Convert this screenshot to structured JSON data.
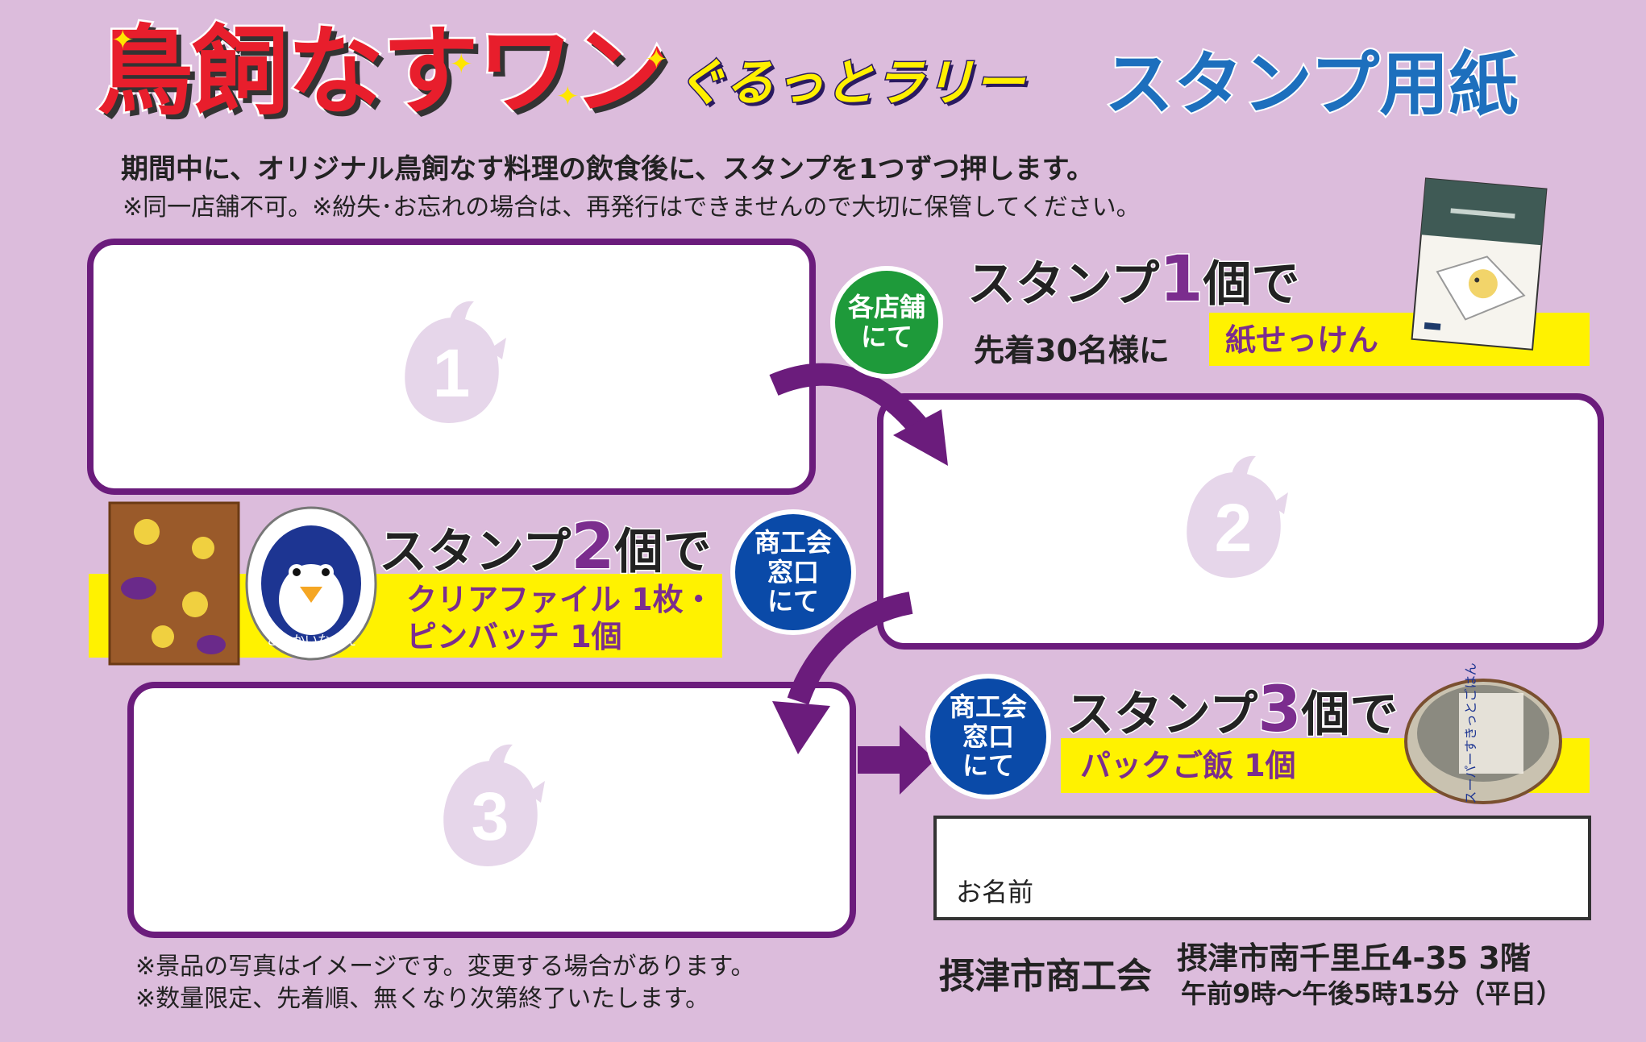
{
  "title": {
    "main": "鳥飼なすワン",
    "sub": "ぐるっとラリー",
    "paper": "スタンプ用紙"
  },
  "intro": "期間中に、オリジナル鳥飼なす料理の飲食後に、スタンプを1つずつ押します。",
  "note": "※同一店舗不可。※紛失･お忘れの場合は、再発行はできませんので大切に保管してください。",
  "stamps": [
    {
      "number": "1"
    },
    {
      "number": "2"
    },
    {
      "number": "3"
    }
  ],
  "reward1": {
    "badge_line1": "各店舗",
    "badge_line2": "にて",
    "head_pre": "スタンプ",
    "head_num": "1",
    "head_post": "個で",
    "limit": "先着30名様に",
    "prize": "紙せっけん"
  },
  "reward2": {
    "badge_line1": "商工会",
    "badge_line2": "窓口",
    "badge_line3": "にて",
    "head_pre": "スタンプ",
    "head_num": "2",
    "head_post": "個で",
    "prize_line1": "クリアファイル 1枚・",
    "prize_line2": "ピンバッチ 1個",
    "badge_text": "とりかいなすえ"
  },
  "reward3": {
    "badge_line1": "商工会",
    "badge_line2": "窓口",
    "badge_line3": "にて",
    "head_pre": "スタンプ",
    "head_num": "3",
    "head_post": "個で",
    "prize": "パックご飯 1個",
    "pack_label": "スーパーすきっとごはん"
  },
  "name_label": "お名前",
  "footer_notes": [
    "※景品の写真はイメージです。変更する場合があります。",
    "※数量限定、先着順、無くなり次第終了いたします。"
  ],
  "organizer": "摂津市商工会",
  "address": "摂津市南千里丘4-35 3階",
  "hours": "午前9時～午後5時15分（平日）",
  "colors": {
    "background": "#dcbcdc",
    "frame": "#6b1c7c",
    "title_red": "#e81e2c",
    "title_blue": "#1d6fbd",
    "highlight": "#fff200",
    "badge_green": "#1e9a3a",
    "badge_blue": "#0a4aa8",
    "prize_purple": "#7b2d8e"
  }
}
